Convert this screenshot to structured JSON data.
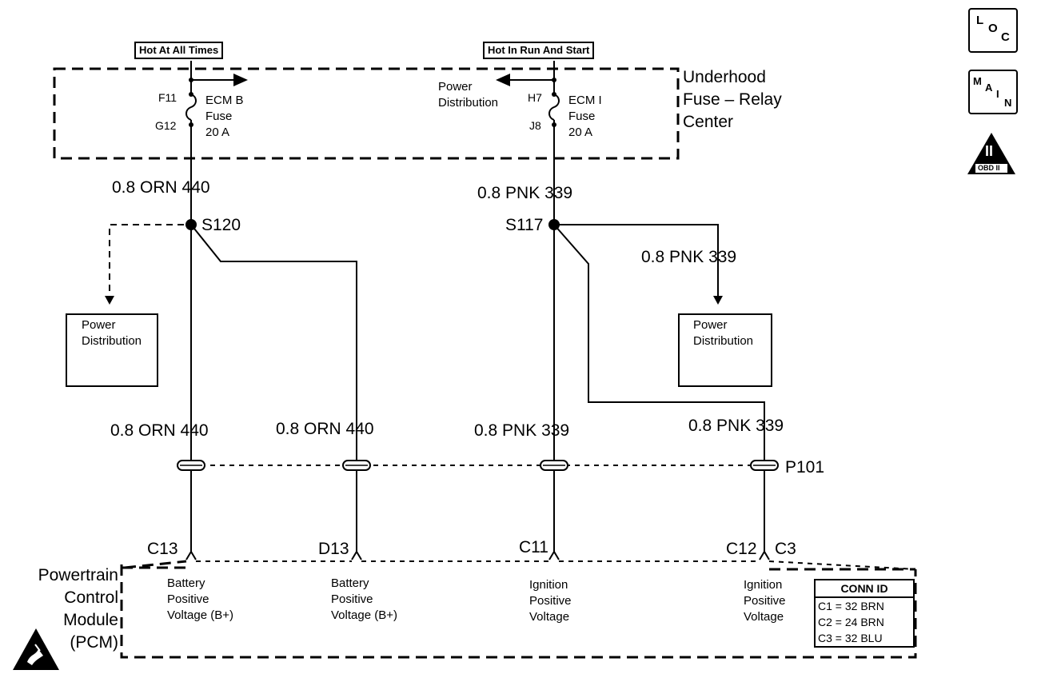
{
  "headers": {
    "hot_at_all_times": "Hot At All Times",
    "hot_in_run_and_start": "Hot In Run And Start"
  },
  "fuse_center": {
    "title_lines": [
      "Underhood",
      "Fuse – Relay",
      "Center"
    ],
    "left_fuse": {
      "top_pin": "F11",
      "bottom_pin": "G12",
      "lines": [
        "ECM B",
        "Fuse",
        "20 A"
      ]
    },
    "right_fuse": {
      "top_pin": "H7",
      "bottom_pin": "J8",
      "lines": [
        "ECM I",
        "Fuse",
        "20 A"
      ]
    },
    "power_distribution_lines": [
      "Power",
      "Distribution"
    ]
  },
  "wires": {
    "orn_440": {
      "gauge_color": "0.8 ORN",
      "circuit": "440"
    },
    "pnk_339": {
      "gauge_color": "0.8 PNK",
      "circuit": "339"
    }
  },
  "splices": {
    "left": "S120",
    "right": "S117"
  },
  "power_distribution_boxes": {
    "left": [
      "Power",
      "Distribution"
    ],
    "right": [
      "Power",
      "Distribution"
    ]
  },
  "connector": {
    "name": "P101"
  },
  "pcm": {
    "title_lines": [
      "Powertrain",
      "Control",
      "Module",
      "(PCM)"
    ],
    "pins": [
      "C13",
      "D13",
      "C11",
      "C12",
      "C3"
    ],
    "pin_functions": [
      [
        "Battery",
        "Positive",
        "Voltage (B+)"
      ],
      [
        "Battery",
        "Positive",
        "Voltage (B+)"
      ],
      [
        "Ignition",
        "Positive",
        "Voltage"
      ],
      [
        "Ignition",
        "Positive",
        "Voltage"
      ]
    ],
    "conn_id": {
      "header": "CONN ID",
      "rows": [
        "C1 = 32 BRN",
        "C2 = 24 BRN",
        "C3 = 32 BLU"
      ]
    }
  },
  "icons": {
    "loc": {
      "l": "L",
      "o": "O",
      "c": "C"
    },
    "main": {
      "m": "M",
      "a": "A",
      "i": "I",
      "n": "N"
    },
    "obd": {
      "roman": "II",
      "label": "OBD II"
    }
  }
}
